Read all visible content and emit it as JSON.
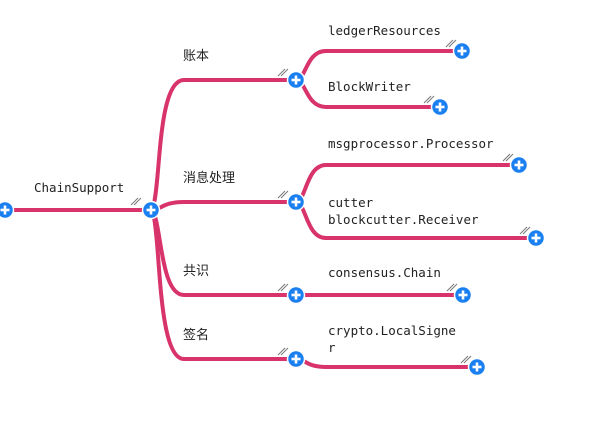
{
  "colors": {
    "branch": "#d8336a",
    "expand_button": "#1a7ff0",
    "expand_plus": "#ffffff",
    "resize_marks": "#777777"
  },
  "icons": {
    "expand": "plus-circle-icon",
    "resize": "resize-handle-icon"
  },
  "mindmap": {
    "root": {
      "label": "ChainSupport"
    },
    "branches": [
      {
        "label": "账本",
        "children": [
          {
            "label": "ledgerResources"
          },
          {
            "label": "BlockWriter"
          }
        ]
      },
      {
        "label": "消息处理",
        "children": [
          {
            "label": "msgprocessor.Processor"
          },
          {
            "label": "cutter\nblockcutter.Receiver"
          }
        ]
      },
      {
        "label": "共识",
        "children": [
          {
            "label": "consensus.Chain"
          }
        ]
      },
      {
        "label": "签名",
        "children": [
          {
            "label": "crypto.LocalSigne\nr"
          }
        ]
      }
    ]
  }
}
